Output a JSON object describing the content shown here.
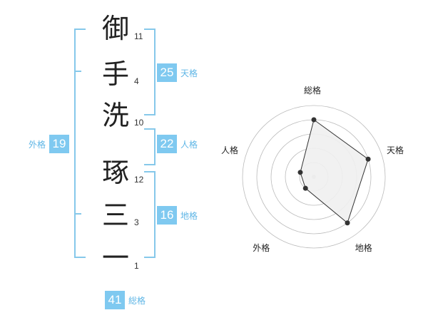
{
  "characters": [
    {
      "char": "御",
      "strokes": "11"
    },
    {
      "char": "手",
      "strokes": "4"
    },
    {
      "char": "洗",
      "strokes": "10"
    },
    {
      "char": "琢",
      "strokes": "12"
    },
    {
      "char": "三",
      "strokes": "3"
    },
    {
      "char": "一",
      "strokes": "1"
    }
  ],
  "scores": {
    "tenkaku": {
      "value": "25",
      "label": "天格"
    },
    "jinkaku": {
      "value": "22",
      "label": "人格"
    },
    "chikaku": {
      "value": "16",
      "label": "地格"
    },
    "gaikaku": {
      "value": "19",
      "label": "外格"
    },
    "soukaku": {
      "value": "41",
      "label": "総格"
    }
  },
  "chart_data": {
    "type": "radar",
    "axes": [
      "総格",
      "天格",
      "地格",
      "外格",
      "人格"
    ],
    "values": [
      4,
      4,
      4,
      1,
      1
    ],
    "max": 5,
    "rings": 5,
    "colors": {
      "fill": "#efefef",
      "line": "#333333",
      "grid": "#bbbbbb",
      "point": "#333333"
    }
  }
}
